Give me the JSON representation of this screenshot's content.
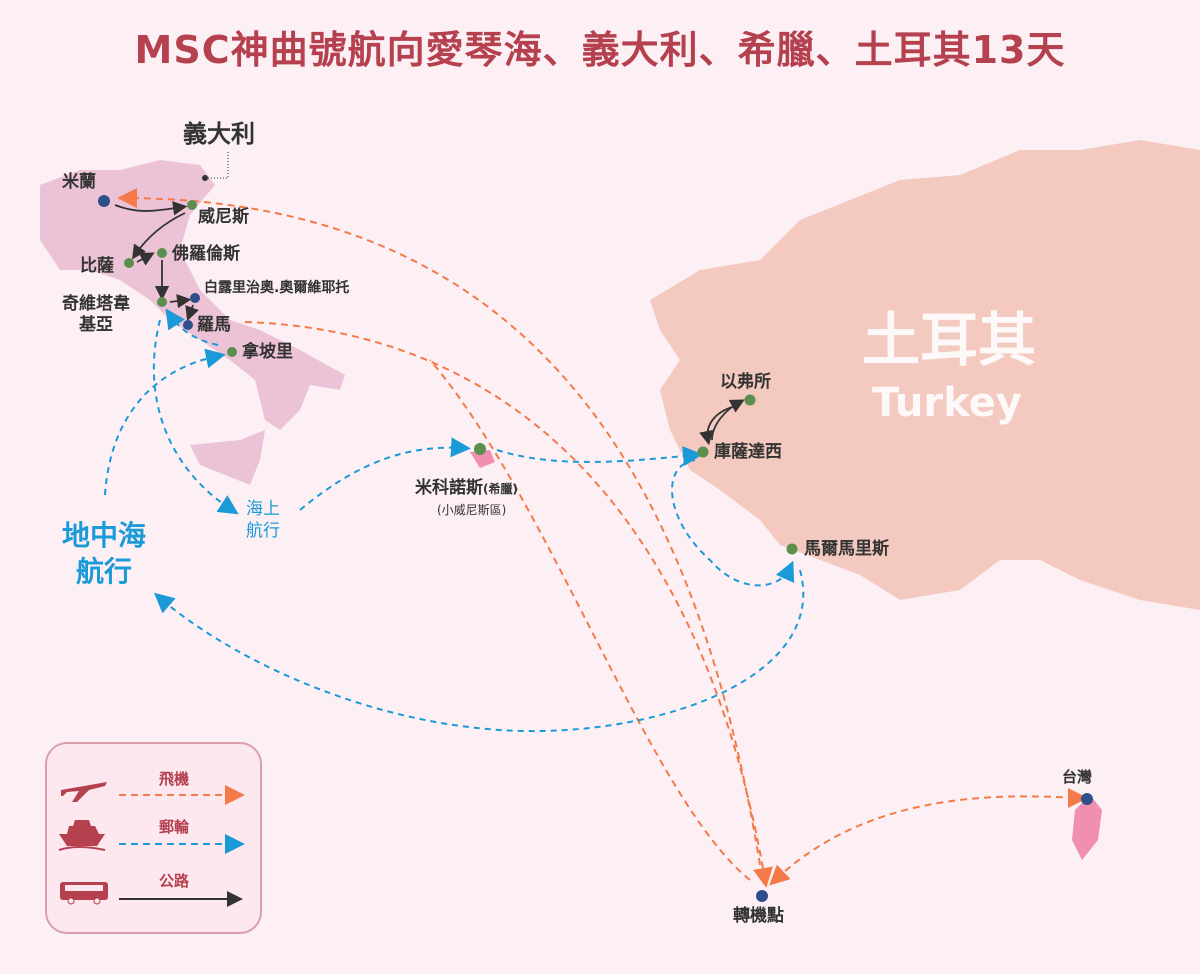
{
  "title": "MSC神曲號航向愛琴海、義大利、希臘、土耳其13天",
  "regions": {
    "italy": "義大利",
    "turkey": "土耳其",
    "turkey_en": "Turkey",
    "med": "地中海\n航行",
    "sea": "海上\n航行"
  },
  "cities": {
    "milan": "米蘭",
    "venice": "威尼斯",
    "pisa": "比薩",
    "florence": "佛羅倫斯",
    "bagnoregio": "白露里治奧.奧爾維耶托",
    "civitavecchia": "奇維塔韋\n基亞",
    "rome": "羅馬",
    "naples": "拿坡里",
    "mykonos": "米科諾斯",
    "mykonos_note": "(希臘)",
    "mykonos_sub": "(小威尼斯區)",
    "ephesus": "以弗所",
    "kusadasi": "庫薩達西",
    "marmaris": "馬爾馬里斯",
    "taiwan": "台灣",
    "transfer": "轉機點"
  },
  "legend": {
    "flight": "飛機",
    "cruise": "郵輪",
    "road": "公路"
  },
  "colors": {
    "flight": "#f47a4a",
    "cruise": "#1a9ad6",
    "road": "#333333",
    "title": "#b5404e",
    "port": "#5a8f4e",
    "city": "#2f4f8a"
  }
}
